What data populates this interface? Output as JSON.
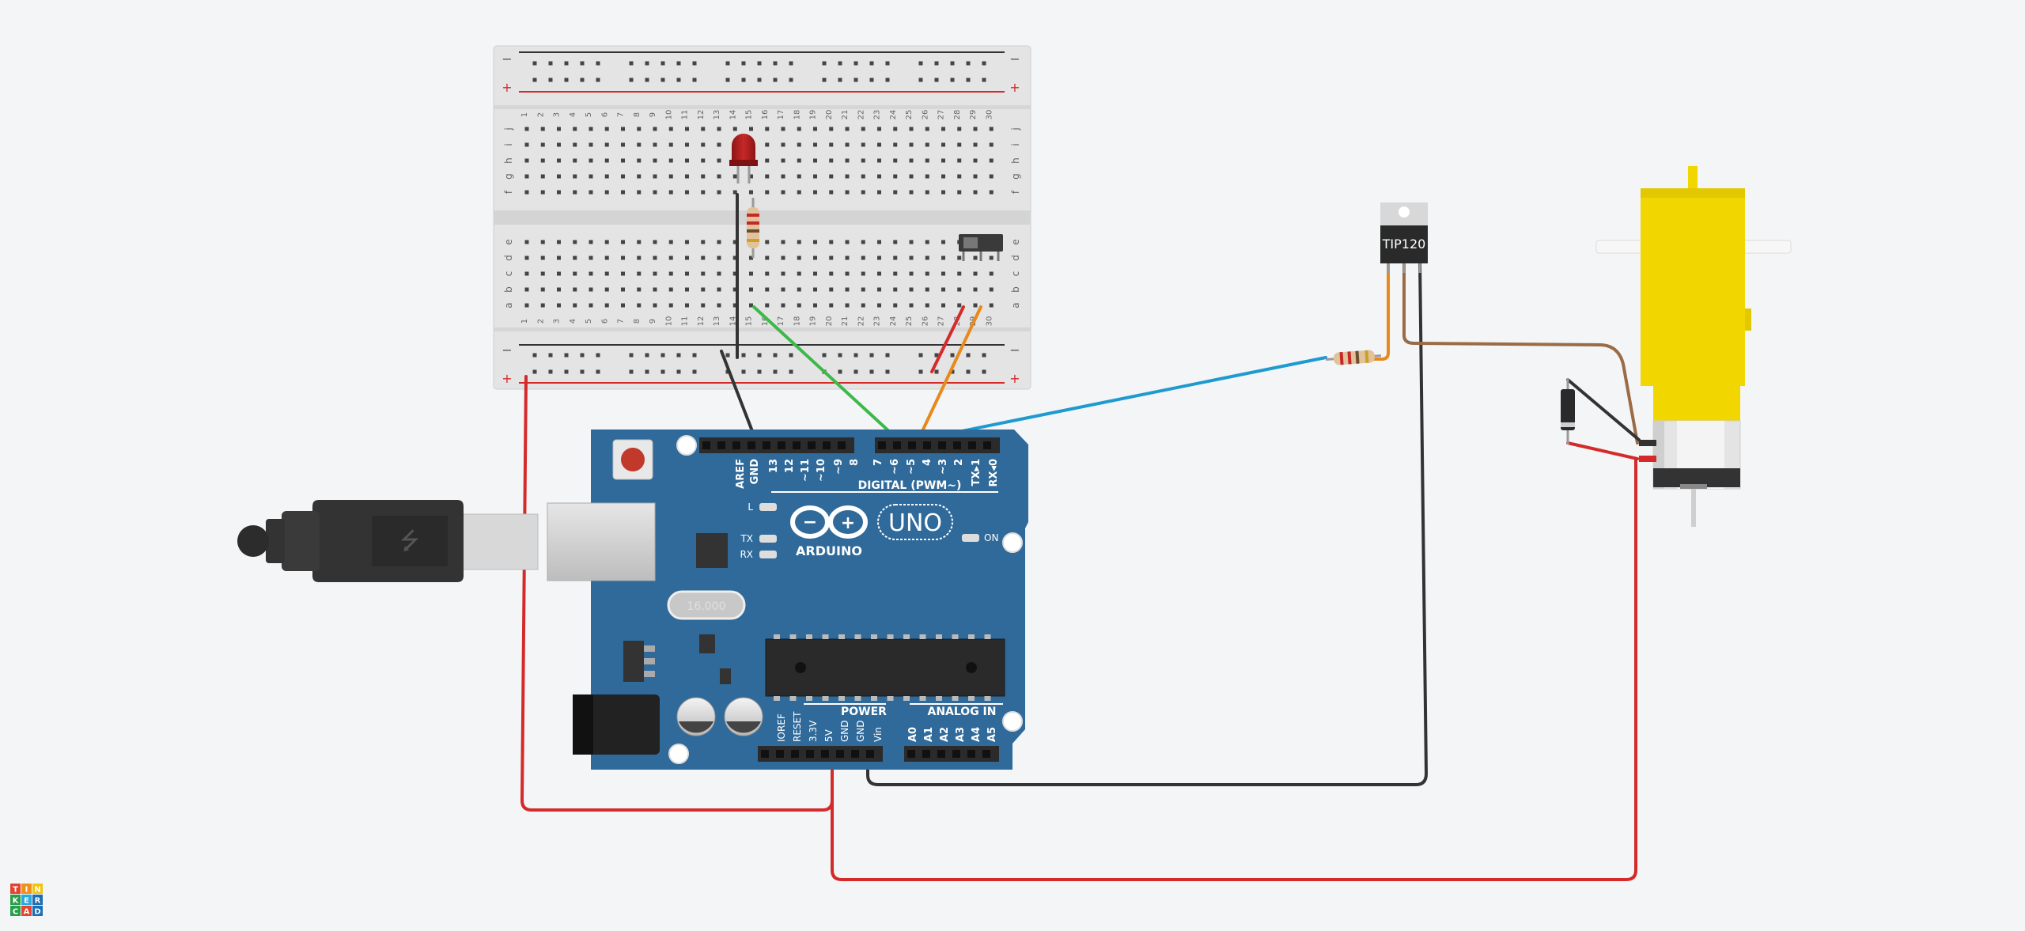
{
  "brand": {
    "logo_letters": [
      "T",
      "I",
      "N",
      "K",
      "E",
      "R",
      "C",
      "A",
      "D"
    ]
  },
  "breadboard": {
    "columns": [
      "1",
      "2",
      "3",
      "4",
      "5",
      "6",
      "7",
      "8",
      "9",
      "10",
      "11",
      "12",
      "13",
      "14",
      "15",
      "16",
      "17",
      "18",
      "19",
      "20",
      "21",
      "22",
      "23",
      "24",
      "25",
      "26",
      "27",
      "28",
      "29",
      "30"
    ],
    "upper_rows": [
      "j",
      "i",
      "h",
      "g",
      "f"
    ],
    "lower_rows": [
      "e",
      "d",
      "c",
      "b",
      "a"
    ],
    "rail_minus": "−",
    "rail_plus": "+"
  },
  "arduino": {
    "board_name": "UNO",
    "brand": "ARDUINO",
    "digital_label": "DIGITAL (PWM~)",
    "digital_pins": [
      "AREF",
      "GND",
      "13",
      "12",
      "~11",
      "~10",
      "~9",
      "8",
      "7",
      "~6",
      "~5",
      "4",
      "~3",
      "2",
      "TX▸1",
      "RX◂0"
    ],
    "power_label": "POWER",
    "power_pins": [
      "IOREF",
      "RESET",
      "3.3V",
      "5V",
      "GND",
      "GND",
      "Vin"
    ],
    "analog_label": "ANALOG IN",
    "analog_pins": [
      "A0",
      "A1",
      "A2",
      "A3",
      "A4",
      "A5"
    ],
    "led_l": "L",
    "led_tx": "TX",
    "led_rx": "RX",
    "led_on": "ON",
    "crystal_label": "16.000"
  },
  "transistor": {
    "label": "TIP120"
  },
  "colors": {
    "background": "#f3f5f7",
    "board_blue": "#2f6a9a",
    "wire_red": "#d42a2a",
    "wire_black": "#333333",
    "wire_green": "#3db84a",
    "wire_orange": "#e8891c",
    "wire_blue": "#1e9ad0",
    "wire_brown": "#9a6b45",
    "motor_yellow": "#f2d600"
  }
}
